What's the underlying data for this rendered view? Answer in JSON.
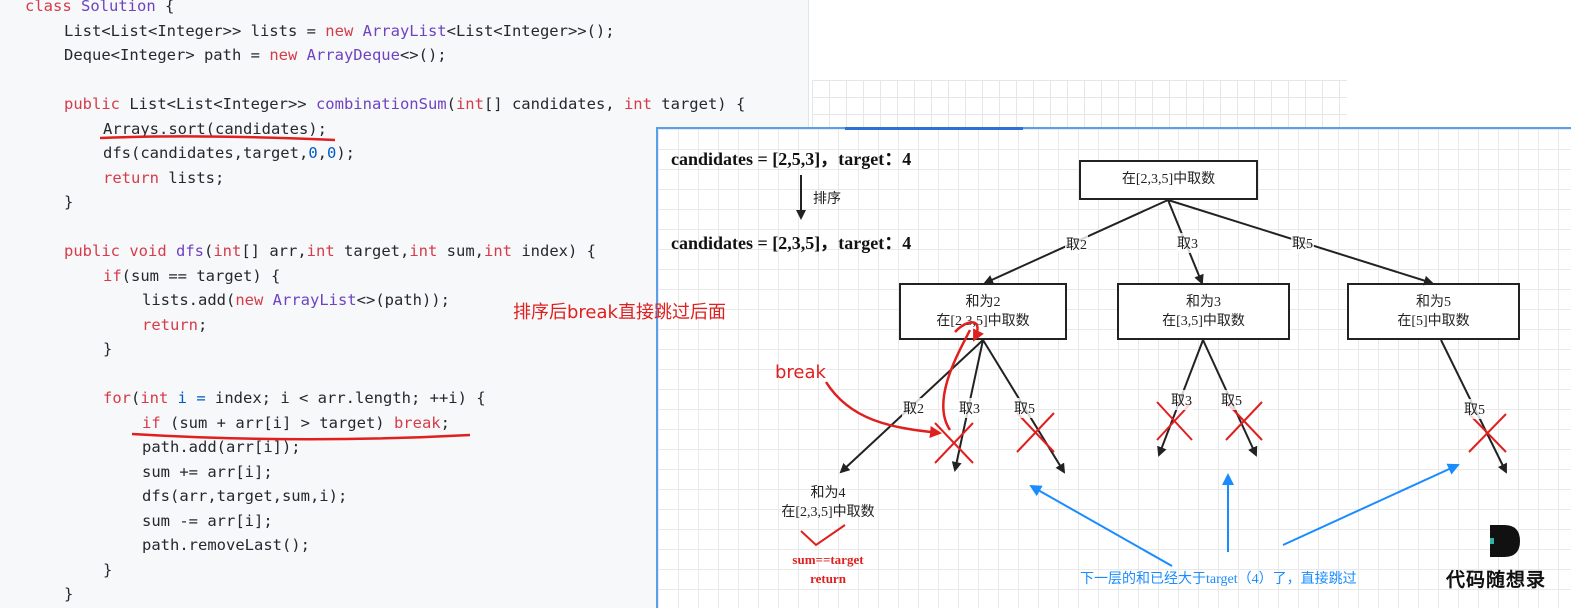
{
  "code": {
    "lines": [
      {
        "indent": 0,
        "tokens": [
          {
            "t": "class ",
            "c": "kw"
          },
          {
            "t": "Solution",
            "c": "ty"
          },
          {
            "t": " {",
            "c": "plain"
          }
        ]
      },
      {
        "indent": 1,
        "tokens": [
          {
            "t": "List<List<Integer>> lists = ",
            "c": "plain"
          },
          {
            "t": "new ",
            "c": "kw"
          },
          {
            "t": "ArrayList",
            "c": "ty"
          },
          {
            "t": "<List<Integer>>();",
            "c": "plain"
          }
        ]
      },
      {
        "indent": 1,
        "tokens": [
          {
            "t": "Deque<Integer> path = ",
            "c": "plain"
          },
          {
            "t": "new ",
            "c": "kw"
          },
          {
            "t": "ArrayDeque",
            "c": "ty"
          },
          {
            "t": "<>();",
            "c": "plain"
          }
        ]
      },
      {
        "indent": 0,
        "tokens": []
      },
      {
        "indent": 1,
        "tokens": [
          {
            "t": "public ",
            "c": "kw"
          },
          {
            "t": "List<List<Integer>> ",
            "c": "plain"
          },
          {
            "t": "combinationSum",
            "c": "ty"
          },
          {
            "t": "(",
            "c": "plain"
          },
          {
            "t": "int",
            "c": "kw"
          },
          {
            "t": "[] candidates, ",
            "c": "plain"
          },
          {
            "t": "int",
            "c": "kw"
          },
          {
            "t": " target) {",
            "c": "plain"
          }
        ]
      },
      {
        "indent": 2,
        "tokens": [
          {
            "t": "Arrays.sort(candidates);",
            "c": "plain"
          }
        ]
      },
      {
        "indent": 2,
        "tokens": [
          {
            "t": "dfs(candidates,target,",
            "c": "plain"
          },
          {
            "t": "0",
            "c": "num"
          },
          {
            "t": ",",
            "c": "plain"
          },
          {
            "t": "0",
            "c": "num"
          },
          {
            "t": ");",
            "c": "plain"
          }
        ]
      },
      {
        "indent": 2,
        "tokens": [
          {
            "t": "return ",
            "c": "kw"
          },
          {
            "t": "lists;",
            "c": "plain"
          }
        ]
      },
      {
        "indent": 1,
        "tokens": [
          {
            "t": "}",
            "c": "plain"
          }
        ]
      },
      {
        "indent": 0,
        "tokens": []
      },
      {
        "indent": 1,
        "tokens": [
          {
            "t": "public ",
            "c": "kw"
          },
          {
            "t": "void ",
            "c": "kw"
          },
          {
            "t": "dfs",
            "c": "ty"
          },
          {
            "t": "(",
            "c": "plain"
          },
          {
            "t": "int",
            "c": "kw"
          },
          {
            "t": "[] arr,",
            "c": "plain"
          },
          {
            "t": "int",
            "c": "kw"
          },
          {
            "t": " target,",
            "c": "plain"
          },
          {
            "t": "int",
            "c": "kw"
          },
          {
            "t": " sum,",
            "c": "plain"
          },
          {
            "t": "int",
            "c": "kw"
          },
          {
            "t": " index) {",
            "c": "plain"
          }
        ]
      },
      {
        "indent": 2,
        "tokens": [
          {
            "t": "if",
            "c": "kw"
          },
          {
            "t": "(sum == target) {",
            "c": "plain"
          }
        ]
      },
      {
        "indent": 3,
        "tokens": [
          {
            "t": "lists.add(",
            "c": "plain"
          },
          {
            "t": "new ",
            "c": "kw"
          },
          {
            "t": "ArrayList",
            "c": "ty"
          },
          {
            "t": "<>(path));",
            "c": "plain"
          }
        ]
      },
      {
        "indent": 3,
        "tokens": [
          {
            "t": "return",
            "c": "kw"
          },
          {
            "t": ";",
            "c": "plain"
          }
        ]
      },
      {
        "indent": 2,
        "tokens": [
          {
            "t": "}",
            "c": "plain"
          }
        ]
      },
      {
        "indent": 0,
        "tokens": []
      },
      {
        "indent": 2,
        "tokens": [
          {
            "t": "for",
            "c": "kw"
          },
          {
            "t": "(",
            "c": "plain"
          },
          {
            "t": "int ",
            "c": "kw"
          },
          {
            "t": "i ",
            "c": "num"
          },
          {
            "t": "= ",
            "c": "num"
          },
          {
            "t": "index; i < arr.length; ++i) {",
            "c": "plain"
          }
        ]
      },
      {
        "indent": 3,
        "tokens": [
          {
            "t": "if ",
            "c": "kw"
          },
          {
            "t": "(sum + arr[i] > target) ",
            "c": "plain"
          },
          {
            "t": "break",
            "c": "kw"
          },
          {
            "t": ";",
            "c": "plain"
          }
        ]
      },
      {
        "indent": 3,
        "tokens": [
          {
            "t": "path.add(arr[i]);",
            "c": "plain"
          }
        ]
      },
      {
        "indent": 3,
        "tokens": [
          {
            "t": "sum += arr[i];",
            "c": "plain"
          }
        ]
      },
      {
        "indent": 3,
        "tokens": [
          {
            "t": "dfs(arr,target,sum,i);",
            "c": "plain"
          }
        ]
      },
      {
        "indent": 3,
        "tokens": [
          {
            "t": "sum -= arr[i];",
            "c": "plain"
          }
        ]
      },
      {
        "indent": 3,
        "tokens": [
          {
            "t": "path.removeLast();",
            "c": "plain"
          }
        ]
      },
      {
        "indent": 2,
        "tokens": [
          {
            "t": "}",
            "c": "plain"
          }
        ]
      },
      {
        "indent": 1,
        "tokens": [
          {
            "t": "}",
            "c": "plain"
          }
        ]
      }
    ]
  },
  "diagram": {
    "cand1": "candidates = [2,5,3]，target：4",
    "sort_label": "排序",
    "cand2": "candidates = [2,3,5]，target：4",
    "root": "在[2,3,5]中取数",
    "edge_root_1": "取2",
    "edge_root_2": "取3",
    "edge_root_3": "取5",
    "child1_line1": "和为2",
    "child1_line2": "在[2,3,5]中取数",
    "child2_line1": "和为3",
    "child2_line2": "在[3,5]中取数",
    "child3_line1": "和为5",
    "child3_line2": "在[5]中取数",
    "c1_e1": "取2",
    "c1_e2": "取3",
    "c1_e3": "取5",
    "c2_e1": "取3",
    "c2_e2": "取5",
    "c3_e1": "取5",
    "leaf_line1": "和为4",
    "leaf_line2": "在[2,3,5]中取数",
    "leaf_sum": "sum==target",
    "leaf_return": "return",
    "blue_note": "下一层的和已经大于target（4）了，直接跳过"
  },
  "annotations": {
    "red_note": "排序后break直接跳过后面",
    "red_break": "break"
  },
  "logo": {
    "text": "代码随想录",
    "mark": "D"
  },
  "colors": {
    "keyword": "#d73a49",
    "type": "#6f42c1",
    "number": "#005cc5",
    "annotation_red": "#e01f1f",
    "annotation_blue": "#1a8cff",
    "diagram_border": "#5aa0e8"
  }
}
